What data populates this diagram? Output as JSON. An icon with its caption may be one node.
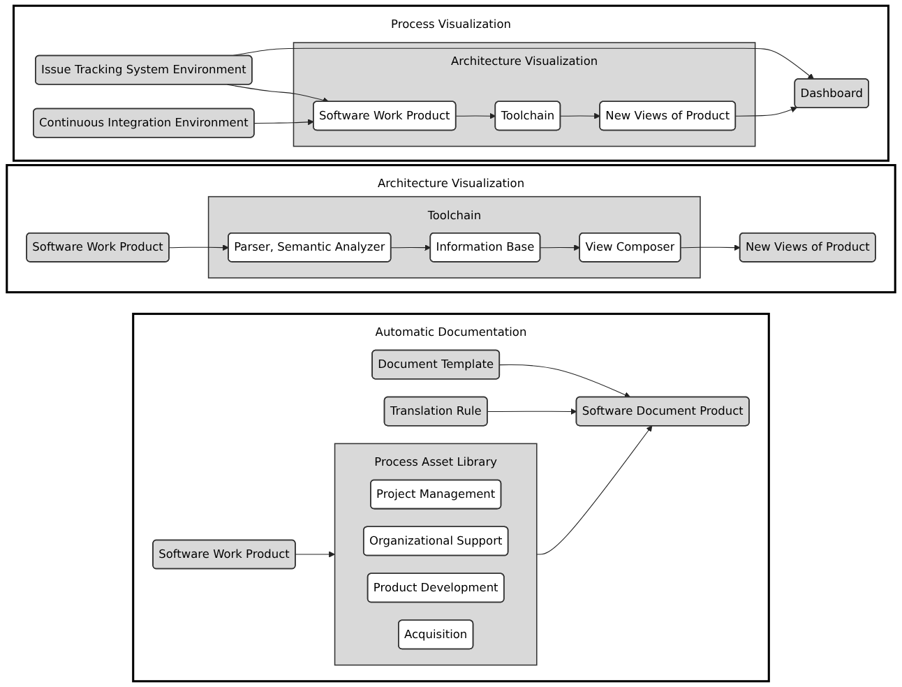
{
  "diagram": {
    "nodes": [
      {
        "text": [
          "Process Visualization"
        ]
      },
      {
        "text": [
          "Issue Tracking System Environment"
        ],
        "in": 0
      },
      {
        "text": [
          "Continuous Integration Environment"
        ],
        "in": 0
      },
      {
        "text": [
          "Architecture Visualization"
        ],
        "in": 0
      },
      {
        "text": [
          "Software Work Product"
        ],
        "in": 3
      },
      {
        "text": [
          "Toolchain"
        ],
        "in": 3
      },
      {
        "text": [
          "New Views of Product"
        ],
        "in": 3
      },
      {
        "text": [
          "Dashboard"
        ],
        "in": 0
      },
      {
        "text": [
          "Architecture Visualization"
        ]
      },
      {
        "text": [
          "Software Work Product"
        ],
        "in": 8
      },
      {
        "text": [
          "Toolchain"
        ],
        "in": 8
      },
      {
        "text": [
          "Parser, Semantic Analyzer"
        ],
        "in": 10
      },
      {
        "text": [
          "Information Base"
        ],
        "in": 10
      },
      {
        "text": [
          "View Composer"
        ],
        "in": 10
      },
      {
        "text": [
          "New Views of Product"
        ],
        "in": 8
      },
      {
        "text": [
          "Automatic Documentation"
        ]
      },
      {
        "text": [
          "Software Work Product"
        ],
        "in": 15
      },
      {
        "text": [
          "Process Asset Library"
        ],
        "in": 15
      },
      {
        "text": [
          "Project Management"
        ],
        "in": 17
      },
      {
        "text": [
          "Organizational Support"
        ],
        "in": 17
      },
      {
        "text": [
          "Product Development"
        ],
        "in": 17
      },
      {
        "text": [
          "Acquisition"
        ],
        "in": 17
      },
      {
        "text": [
          "Document Template"
        ],
        "in": 15
      },
      {
        "text": [
          "Translation Rule"
        ],
        "in": 15
      },
      {
        "text": [
          "Software Document Product"
        ],
        "in": 15
      }
    ],
    "edges": [
      {
        "from": 1,
        "to": 7,
        "arrow": "to"
      },
      {
        "from": 1,
        "to": 4,
        "arrow": "to"
      },
      {
        "from": 2,
        "to": 4,
        "arrow": "to"
      },
      {
        "from": 4,
        "to": 5,
        "arrow": "to"
      },
      {
        "from": 5,
        "to": 6,
        "arrow": "to"
      },
      {
        "from": 6,
        "to": 7,
        "arrow": "to"
      },
      {
        "from": 9,
        "to": 11,
        "arrow": "to"
      },
      {
        "from": 11,
        "to": 12,
        "arrow": "to"
      },
      {
        "from": 12,
        "to": 13,
        "arrow": "to"
      },
      {
        "from": 13,
        "to": 14,
        "arrow": "to"
      },
      {
        "from": 16,
        "to": 17,
        "arrow": "to"
      },
      {
        "from": 17,
        "to": 24,
        "arrow": "to"
      },
      {
        "from": 22,
        "to": 24,
        "arrow": "to"
      },
      {
        "from": 23,
        "to": 24,
        "arrow": "to"
      }
    ]
  }
}
